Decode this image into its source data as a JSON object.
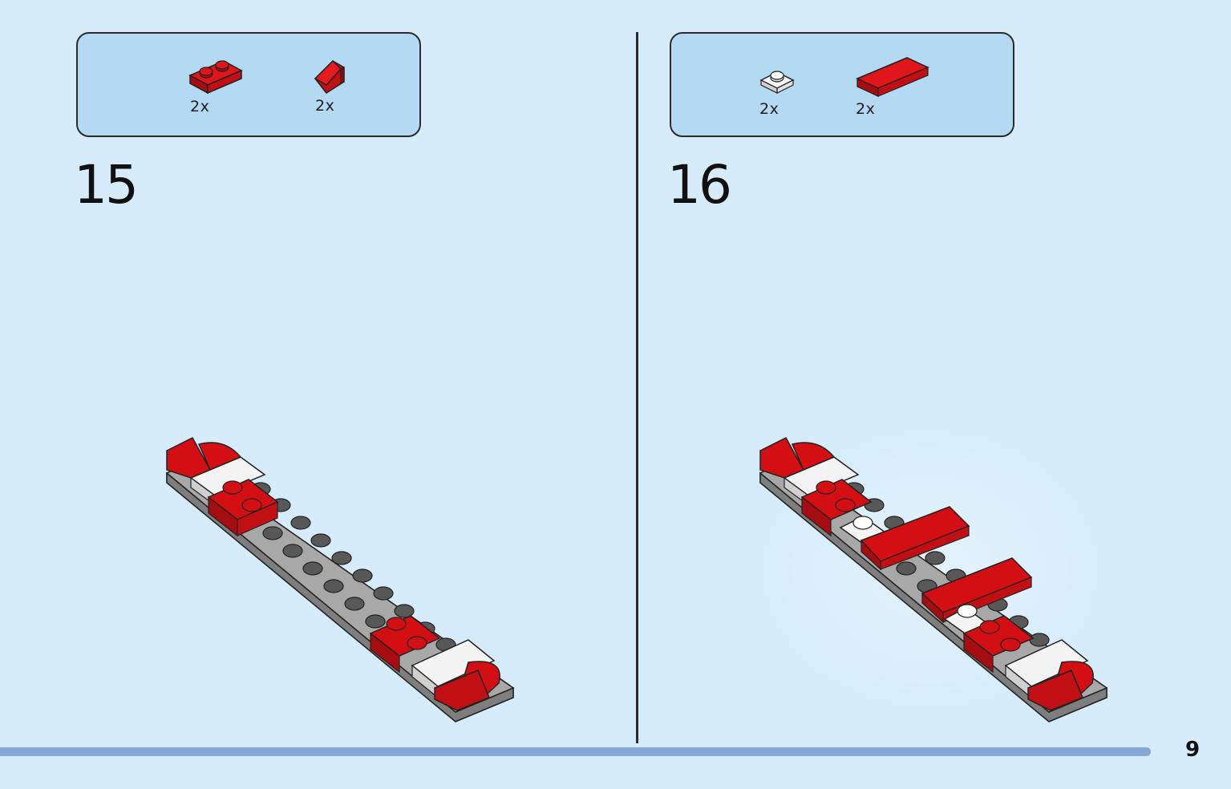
{
  "steps": [
    {
      "number": "15",
      "parts": [
        {
          "icon": "red-plate-1x2-icon",
          "quantity": "2x"
        },
        {
          "icon": "red-slope-brick-icon",
          "quantity": "2x"
        }
      ]
    },
    {
      "number": "16",
      "parts": [
        {
          "icon": "white-plate-1x1-icon",
          "quantity": "2x"
        },
        {
          "icon": "red-tile-1x4-icon",
          "quantity": "2x"
        }
      ]
    }
  ],
  "page": {
    "number": "9"
  },
  "colors": {
    "background": "#d6ecfb",
    "parts_box": "#b3d9f3",
    "red": "#d40f14",
    "grey": "#9c9c9c",
    "stud_dark": "#585858",
    "white": "#f4f4f4",
    "progress": "#86a8d6"
  }
}
